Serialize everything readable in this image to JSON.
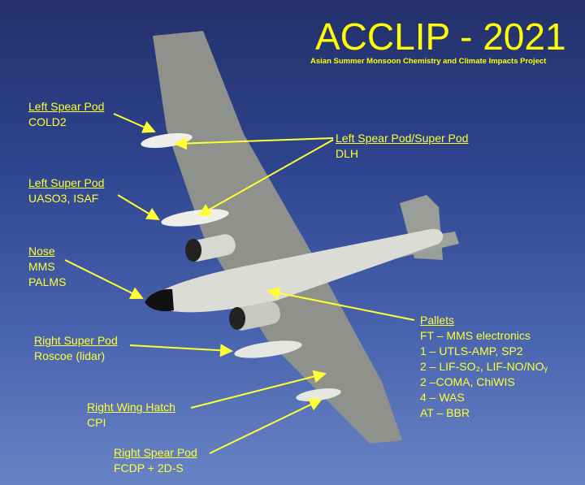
{
  "title": "ACCLIP - 2021",
  "subtitle": "Asian Summer Monsoon Chemistry and Climate Impacts Project",
  "labels": {
    "left_spear": {
      "heading": "Left Spear Pod",
      "items": [
        "COLD2"
      ]
    },
    "left_spear_super": {
      "heading": "Left Spear Pod/Super Pod",
      "items": [
        "DLH"
      ]
    },
    "left_super": {
      "heading": "Left Super Pod",
      "items": [
        "UASO3, ISAF"
      ]
    },
    "nose": {
      "heading": "Nose",
      "items": [
        "MMS",
        "PALMS"
      ]
    },
    "pallets": {
      "heading": "Pallets",
      "items": [
        "FT – MMS electronics",
        "1 – UTLS-AMP, SP2",
        "2 – LIF-SO₂, LIF-NO/NOᵧ",
        "2 –COMA, ChiWIS",
        "4 – WAS",
        "AT – BBR"
      ]
    },
    "right_super": {
      "heading": "Right Super Pod",
      "items": [
        "Roscoe (lidar)"
      ]
    },
    "right_hatch": {
      "heading": "Right Wing Hatch",
      "items": [
        "CPI"
      ]
    },
    "right_spear": {
      "heading": "Right Spear Pod",
      "items": [
        "FCDP + 2D-S"
      ]
    }
  },
  "colors": {
    "label": "#ffff33",
    "sky": "#2f4590"
  }
}
